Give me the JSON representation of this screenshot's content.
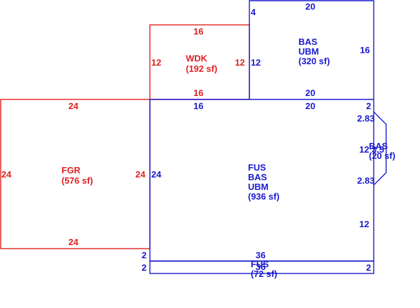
{
  "colors": {
    "red": "#e02020",
    "blue": "#1a1ad0",
    "background": "#ffffff"
  },
  "areas": {
    "fgr": {
      "line1": "FGR",
      "line2": "(576 sf)"
    },
    "wdk": {
      "line1": "WDK",
      "line2": "(192 sf)"
    },
    "bas_top": {
      "line1": "BAS",
      "line2": "UBM",
      "line3": "(320 sf)"
    },
    "main": {
      "line1": "FUS",
      "line2": "BAS",
      "line3": "UBM",
      "line4": "(936 sf)"
    },
    "bay": {
      "line1": "BAS",
      "line2": "(20 sf)"
    },
    "strip": {
      "line1": "FUS",
      "line2": "(72 sf)"
    }
  },
  "dimensions": {
    "fgr_top": "24",
    "fgr_bottom": "24",
    "fgr_left": "24",
    "fgr_right": "24",
    "wdk_top": "16",
    "wdk_bottom": "16",
    "wdk_left": "12",
    "wdk_right": "12",
    "bas_top_top": "20",
    "bas_top_bottom": "20",
    "bas_top_right": "16",
    "bas_top_left_upper": "4",
    "bas_top_left_lower": "12",
    "main_top_left": "16",
    "main_top_right": "20",
    "main_left": "24",
    "main_right_top": "2",
    "main_right_bottom": "12",
    "bay_upper": "2.83",
    "bay_middle": "12",
    "bay_overlap": "3.5",
    "bay_lower": "2.83",
    "strip_top": "36",
    "strip_bottom": "36",
    "strip_left_upper": "2",
    "strip_left_lower": "2",
    "strip_right": "2"
  }
}
